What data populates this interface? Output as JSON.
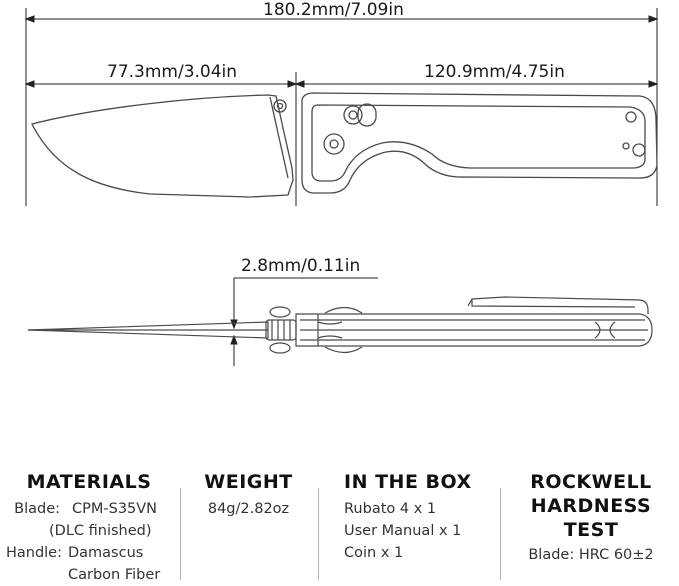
{
  "dimensions": {
    "overall_length": "180.2mm/7.09in",
    "blade_length": "77.3mm/3.04in",
    "handle_length": "120.9mm/4.75in",
    "blade_thickness": "2.8mm/0.11in"
  },
  "specs": {
    "materials": {
      "heading": "MATERIALS",
      "blade_key": "Blade:",
      "blade_value": "CPM-S35VN",
      "blade_note": "(DLC finished)",
      "handle_key": "Handle:",
      "handle_value_1": "Damascus",
      "handle_value_2": "Carbon Fiber"
    },
    "weight": {
      "heading": "WEIGHT",
      "value": "84g/2.82oz"
    },
    "in_the_box": {
      "heading": "IN THE BOX",
      "items": [
        "Rubato 4 x 1",
        "User Manual x 1",
        "Coin x 1"
      ]
    },
    "hardness": {
      "heading_1": "ROCKWELL",
      "heading_2": "HARDNESS TEST",
      "value": "Blade: HRC 60±2"
    }
  }
}
